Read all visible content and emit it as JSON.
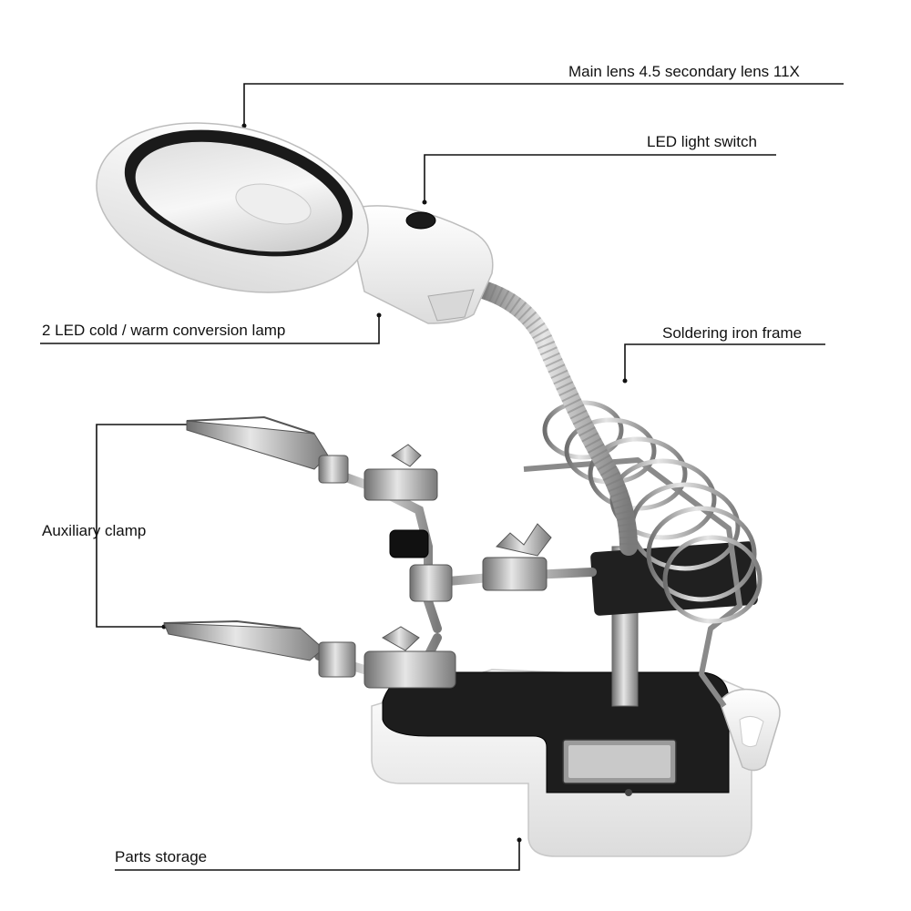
{
  "annotations": {
    "main_lens": "Main lens 4.5  secondary lens 11X",
    "led_switch": "LED light switch",
    "cold_warm_lamp": "2 LED cold / warm conversion lamp",
    "soldering_frame": "Soldering iron frame",
    "auxiliary_clamp": "Auxiliary clamp",
    "parts_storage": "Parts storage"
  },
  "colors": {
    "background": "#ffffff",
    "callout_line": "#111111",
    "product_white": "#f2f2f2",
    "product_black": "#1c1c1c",
    "chrome": "#a9a9a9"
  }
}
